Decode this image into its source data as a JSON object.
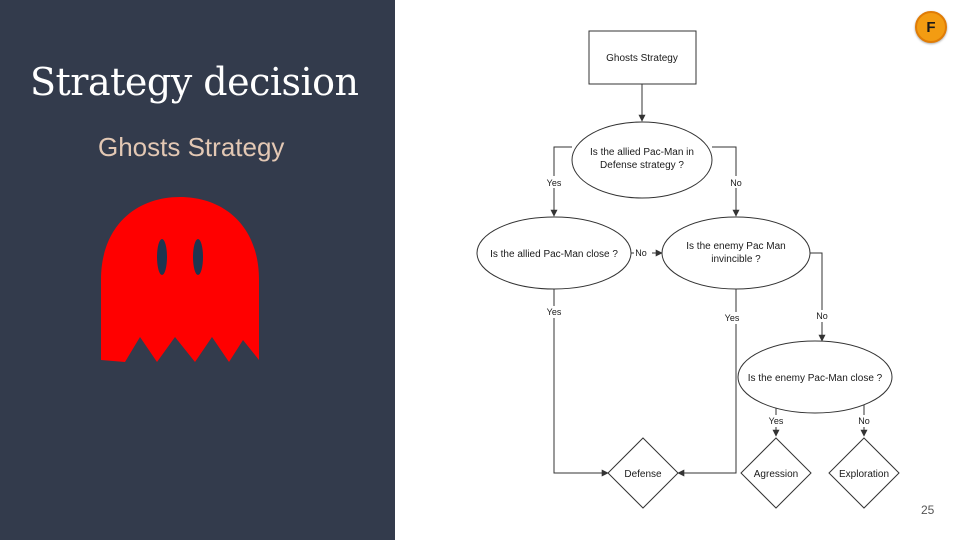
{
  "slide": {
    "title": "Strategy decision",
    "subtitle": "Ghosts Strategy",
    "badge": "F",
    "page_number": "25"
  },
  "colors": {
    "panel_background": "#333b4c",
    "subtitle_text": "#e3c8b4",
    "ghost_body": "#ff0000",
    "ghost_eyes": "#1f3550",
    "badge": "#f39c12"
  },
  "ghost": {
    "icon": "ghost-icon"
  },
  "flowchart": {
    "start": "Ghosts Strategy",
    "q_allied_defense": [
      "Is the allied Pac-Man in",
      "Defense strategy ?"
    ],
    "q_allied_close": "Is the allied Pac-Man close ?",
    "q_enemy_invincible": [
      "Is the enemy Pac Man",
      "invincible ?"
    ],
    "q_enemy_close": "Is the enemy Pac-Man close ?",
    "outcome_defense": "Defense",
    "outcome_agression": "Agression",
    "outcome_exploration": "Exploration",
    "labels": {
      "yes_1": "Yes",
      "no_1": "No",
      "no_2": "No",
      "yes_2": "Yes",
      "yes_3": "Yes",
      "no_3": "No",
      "yes_4": "Yes",
      "no_4": "No"
    }
  }
}
